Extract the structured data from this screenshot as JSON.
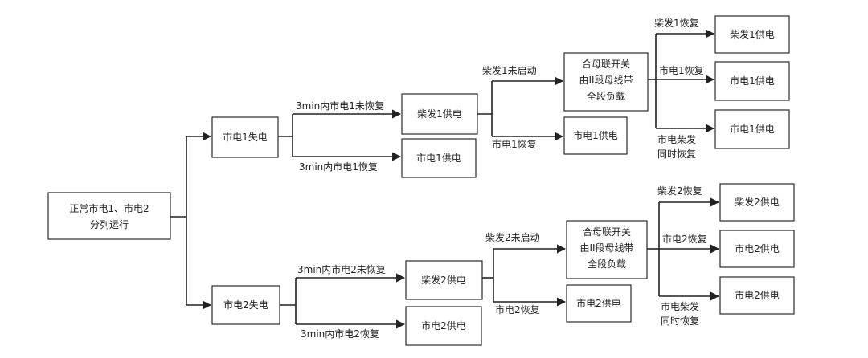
{
  "nodes": {
    "normal": [
      "正常市电1、市电2",
      "分列运行"
    ],
    "loss1": "市电1失电",
    "loss2": "市电2失电",
    "gen1_supply": "柴发1供电",
    "mains1_supply_a": "市电1供电",
    "coupler1": [
      "合母联开关",
      "由II段母线带",
      "全段负载"
    ],
    "mains1_supply_b": "市电1供电",
    "gen1_supply_final": "柴发1供电",
    "mains1_supply_c": "市电1供电",
    "mains1_supply_d": "市电1供电",
    "gen2_supply": "柴发2供电",
    "mains2_supply_a": "市电2供电",
    "coupler2": [
      "合母联开关",
      "由II段母线带",
      "全段负载"
    ],
    "mains2_supply_b": "市电2供电",
    "gen2_supply_final": "柴发2供电",
    "mains2_supply_c": "市电2供电",
    "mains2_supply_d": "市电2供电"
  },
  "labels": {
    "m1_not_restored_3min": "3min内市电1未恢复",
    "m1_restored_3min": "3min内市电1恢复",
    "gen1_not_started": "柴发1未启动",
    "m1_restored": "市电1恢复",
    "gen1_restored": "柴发1恢复",
    "m1_restored_2": "市电1恢复",
    "m1_gen_restored": [
      "市电柴发",
      "同时恢复"
    ],
    "m2_not_restored_3min": "3min内市电2未恢复",
    "m2_restored_3min": "3min内市电2恢复",
    "gen2_not_started": "柴发2未启动",
    "m2_restored": "市电2恢复",
    "gen2_restored": "柴发2恢复",
    "m2_restored_2": "市电2恢复",
    "m2_gen_restored": [
      "市电柴发",
      "同时恢复"
    ]
  }
}
